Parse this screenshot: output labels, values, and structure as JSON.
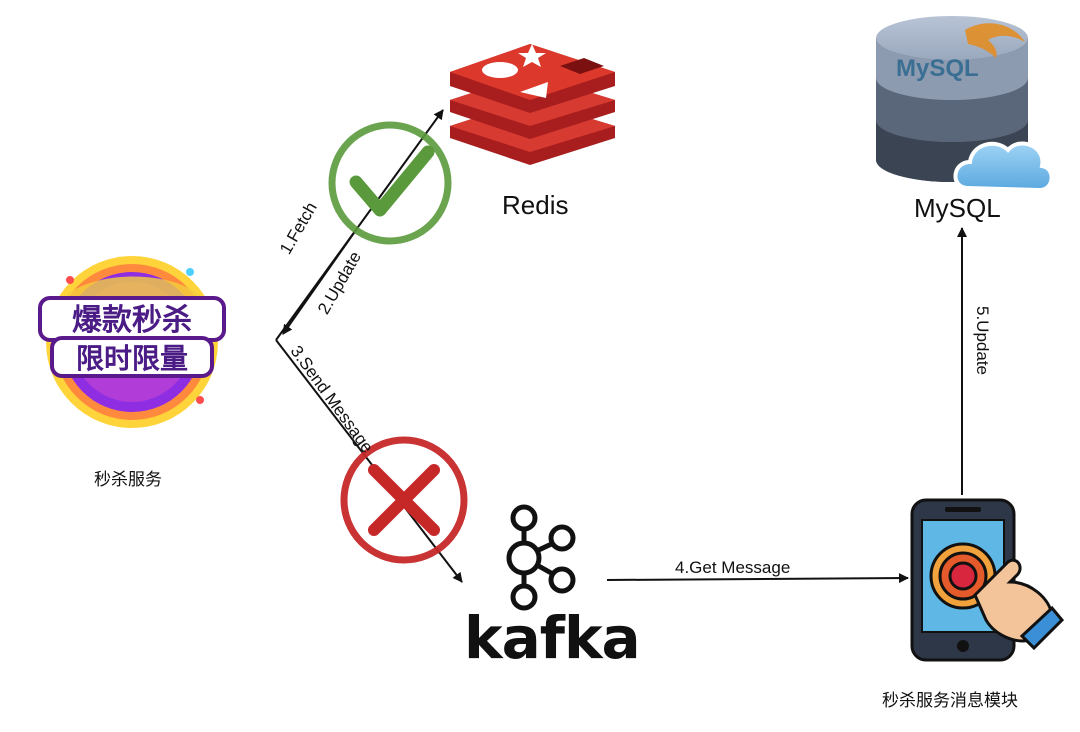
{
  "nodes": {
    "redis": {
      "label": "Redis",
      "icon": "redis-logo-icon"
    },
    "mysql": {
      "label": "MySQL",
      "icon": "mysql-database-cloud-icon",
      "logo_text": "MySQL"
    },
    "seckill_service": {
      "label": "秒杀服务",
      "icon": "seckill-badge-icon",
      "badge_line1": "爆款秒杀",
      "badge_line2": "限时限量"
    },
    "kafka": {
      "label": "kafka",
      "icon": "kafka-logo-icon"
    },
    "message_module": {
      "label": "秒杀服务消息模块",
      "icon": "phone-fingerprint-icon"
    }
  },
  "edges": {
    "fetch": "1.Fetch",
    "update_redis": "2.Update",
    "send_message": "3.Send Message",
    "get_message": "4.Get Message",
    "update_mysql": "5.Update"
  },
  "status_marks": {
    "success": "check-mark-icon",
    "failure": "cross-mark-icon"
  },
  "colors": {
    "redis_red": "#c9302c",
    "success_green": "#5a9a3c",
    "failure_red": "#c62828",
    "mysql_blue": "#3a6f93",
    "mysql_orange": "#e48b1a"
  }
}
